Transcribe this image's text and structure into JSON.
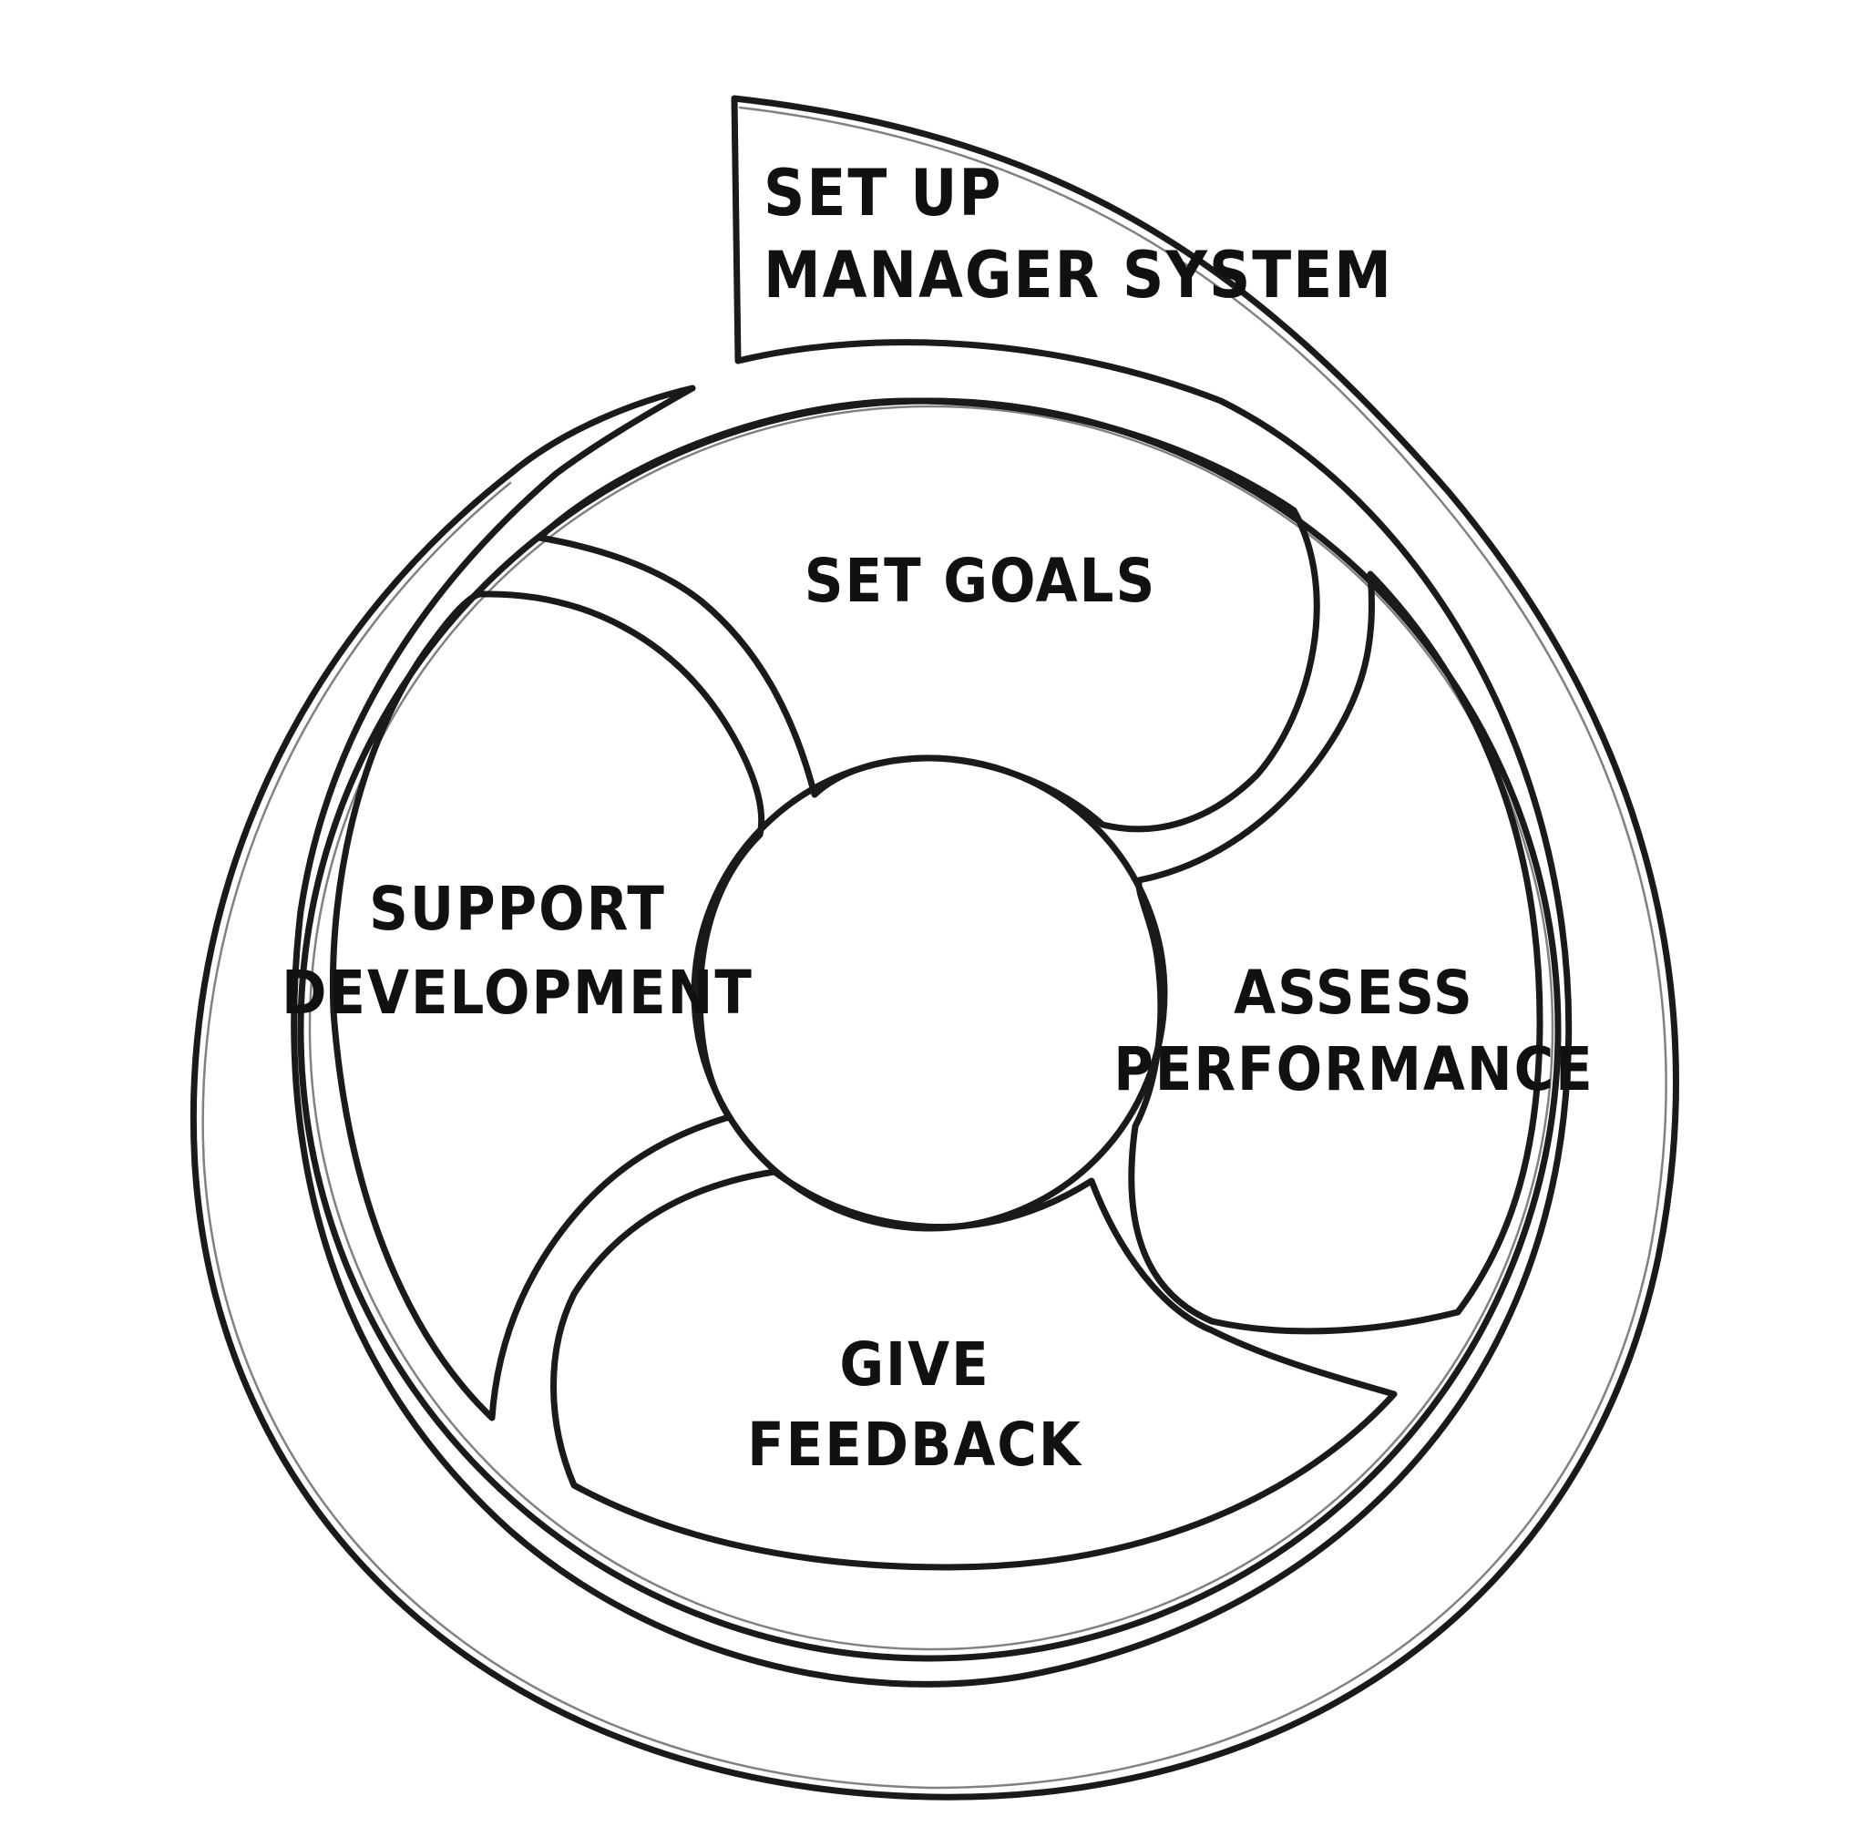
{
  "colors": {
    "band_fill": "#d1d2d4",
    "stroke": "#1a1a1a",
    "text": "#111111",
    "background": "#ffffff"
  },
  "outer_band": {
    "label_line1": "SET UP",
    "label_line2": "MANAGER SYSTEM"
  },
  "stages": [
    {
      "id": "set-goals",
      "lines": [
        "SET GOALS"
      ]
    },
    {
      "id": "assess-performance",
      "lines": [
        "ASSESS",
        "PERFORMANCE"
      ]
    },
    {
      "id": "give-feedback",
      "lines": [
        "GIVE",
        "FEEDBACK"
      ]
    },
    {
      "id": "support-development",
      "lines": [
        "SUPPORT",
        "DEVELOPMENT"
      ]
    }
  ]
}
